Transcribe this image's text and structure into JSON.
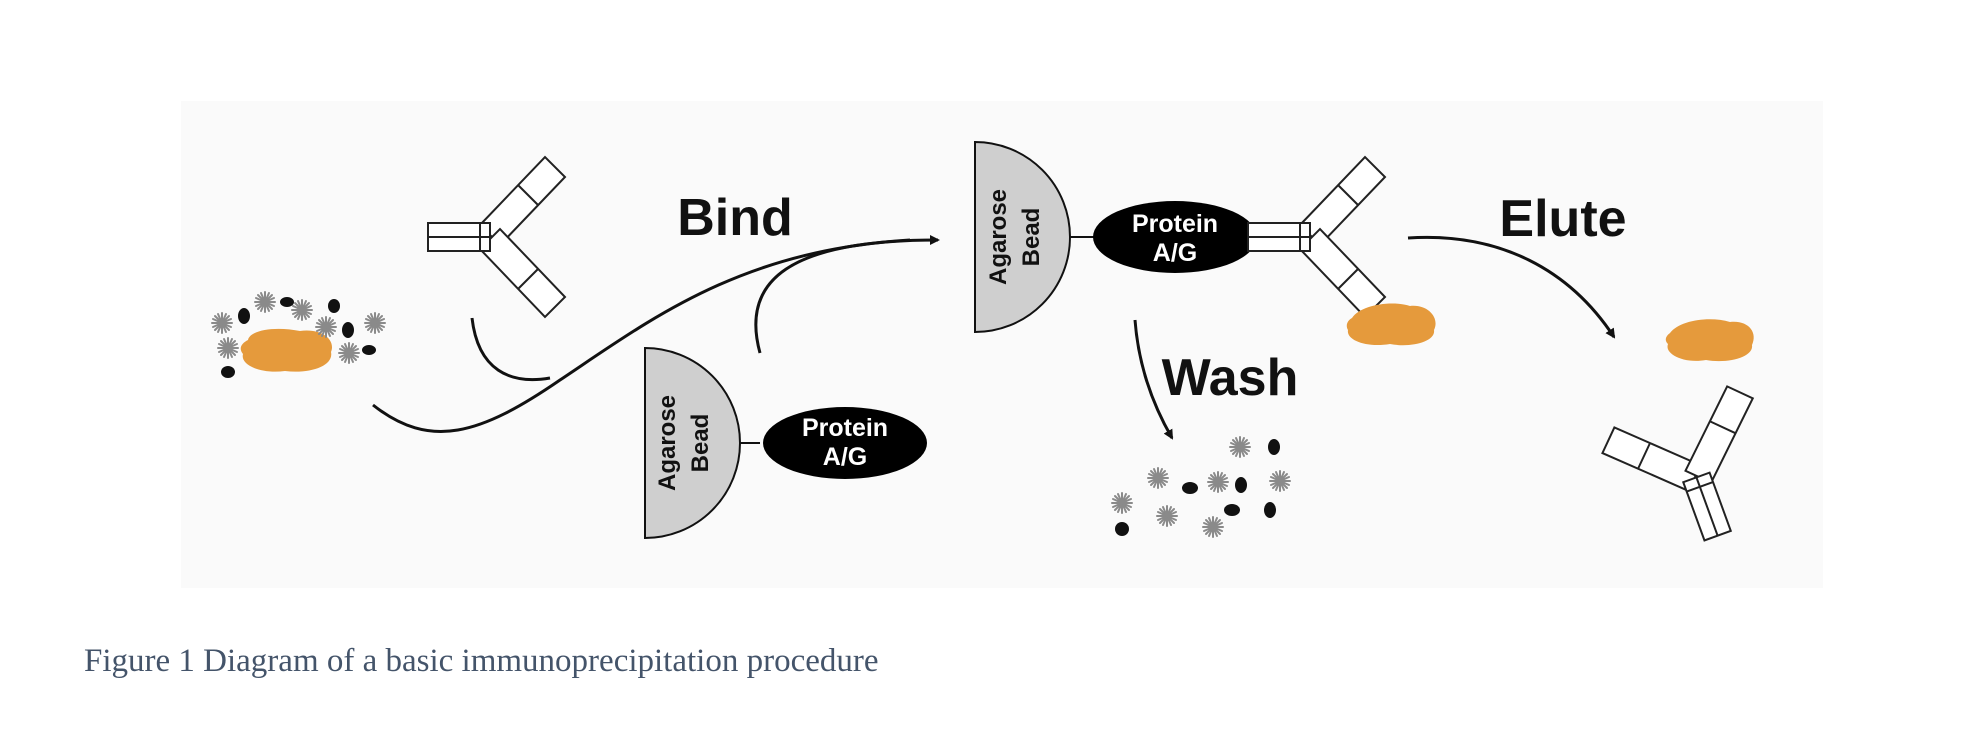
{
  "labels": {
    "bind": "Bind",
    "wash": "Wash",
    "elute": "Elute"
  },
  "bead": {
    "line1": "Agarose",
    "line2": "Bead"
  },
  "protein": {
    "line1": "Protein",
    "line2": "A/G"
  },
  "caption": "Figure 1 Diagram of a basic immunoprecipitation procedure",
  "colors": {
    "antigen": "#e59a3c",
    "bead": "#cfcfcf",
    "protein": "#000000",
    "debris": "#111111",
    "star": "#8a8a8a",
    "caption": "#44546a"
  },
  "icons": [
    "antibody-icon",
    "antigen-blob-icon",
    "agarose-bead-icon",
    "protein-ag-icon",
    "contaminant-star-icon",
    "contaminant-dot-icon",
    "arrow-icon"
  ]
}
